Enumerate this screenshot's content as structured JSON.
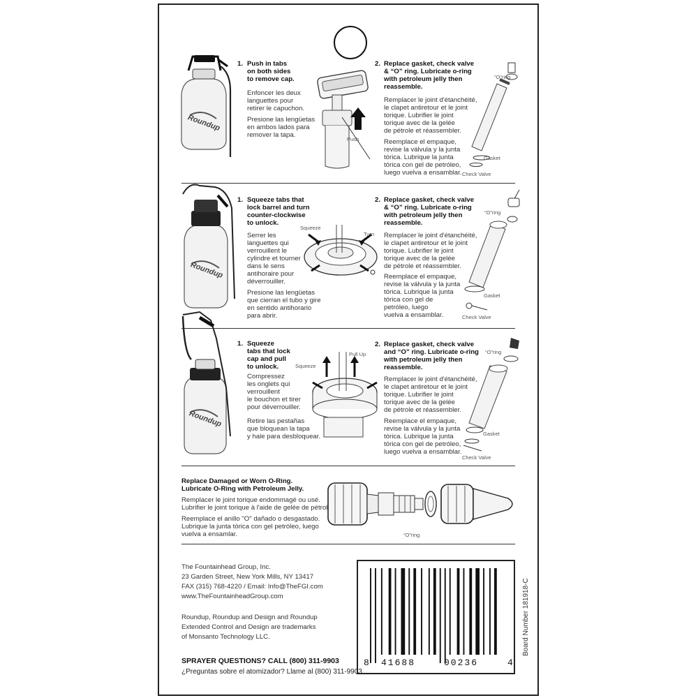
{
  "brand": "Roundup",
  "section1": {
    "step1_num": "1.",
    "step1_bold": [
      "Push in tabs",
      "on both sides",
      "to remove cap."
    ],
    "step1_fr": [
      "Enfoncer les deux",
      "languettes pour",
      "retirer le capuchon."
    ],
    "step1_es": [
      "Presione las lengüetas",
      "en ambos lados para",
      "remover la tapa."
    ],
    "push_label": "Push",
    "step2_num": "2.",
    "step2_bold": [
      "Replace gasket, check valve",
      "& “O” ring. Lubricate o-ring",
      "with petroleum jelly then",
      "reassemble."
    ],
    "step2_fr": [
      "Remplacer le joint d'étanchéité,",
      "le clapet antiretour et le joint",
      "torique. Lubrifier le joint",
      "torique avec de la gelée",
      "de pétrole et réassembler."
    ],
    "step2_es": [
      "Reemplace el empaque,",
      "revise la válvula y la junta",
      "tórica.  Lubrique la junta",
      "tórica con gel de petróleo,",
      "luego vuelva a ensamblar."
    ],
    "oring_label": "“O”ring",
    "gasket_label": "Gasket",
    "check_valve_label": "Check Valve"
  },
  "section2": {
    "step1_num": "1.",
    "step1_bold": [
      "Squeeze tabs that",
      "lock barrel and turn",
      "counter-clockwise",
      "to unlock."
    ],
    "step1_fr": [
      "Serrer les",
      "languettes qui",
      "verrouillent le",
      "cylindre et tourner",
      "dans le sens",
      "antihoraire pour",
      "déverrouiller."
    ],
    "step1_es": [
      "Presione las lengüetas",
      "que cierran el tubo y gire",
      "en sentido antihorario",
      "para abrir."
    ],
    "squeeze_label": "Squeeze",
    "turn_label": "Turn",
    "step2_num": "2.",
    "step2_bold": [
      "Replace gasket, check valve",
      "& “O” ring. Lubricate o-ring",
      "with petroleum jelly then",
      "reassemble."
    ],
    "step2_fr": [
      "Remplacer le joint d'étanchéité,",
      "le clapet antiretour et le joint",
      "torique. Lubrifier le joint",
      "torique avec de la gelée",
      "de pétrole et réassembler."
    ],
    "step2_es": [
      "Reemplace el empaque,",
      "revise la válvula y la junta",
      "tórica.  Lubrique la junta",
      "tórica con gel de",
      "petróleo, luego",
      "vuelva a ensamblar."
    ],
    "oring_label": "“O”ring",
    "gasket_label": "Gasket",
    "check_valve_label": "Check Valve"
  },
  "section3": {
    "step1_num": "1.",
    "step1_bold": [
      "Squeeze",
      "tabs that lock",
      "cap and pull",
      "to unlock."
    ],
    "step1_fr": [
      "Compressez",
      "les onglets qui",
      "verrouillent",
      "le bouchon et tirer",
      "pour déverrouiller."
    ],
    "step1_es": [
      "Retire las pestañas",
      "que bloquean la tapa",
      "y hale para desbloquear."
    ],
    "squeeze_label": "Squeeze",
    "pullup_label": "Pull Up",
    "step2_num": "2.",
    "step2_bold": [
      "Replace gasket, check valve",
      "and “O” ring. Lubricate o-ring",
      "with petroleum jelly then",
      "reassemble."
    ],
    "step2_fr": [
      "Remplacer le joint d'étanchéité,",
      "le clapet antiretour et le joint",
      "torique. Lubrifier le joint",
      "torique avec de la gelée",
      "de pétrole et réassembler."
    ],
    "step2_es": [
      "Reemplace el empaque,",
      "revise la válvula y la junta",
      "tórica.  Lubrique la junta",
      "tórica con gel de petróleo,",
      "luego vuelva a ensamblar."
    ],
    "oring_label": "“O”ring",
    "gasket_label": "Gasket",
    "check_valve_label": "Check Valve"
  },
  "oring_section": {
    "bold": [
      "Replace Damaged or Worn O-Ring.",
      "Lubricate O-Ring with Petroleum Jelly."
    ],
    "fr": [
      "Remplacer le joint torique endommagé ou usé.",
      "Lubrifier le joint torique à l'aide de gelée de pétrole."
    ],
    "es": [
      "Reemplace el anillo \"O\" dañado o desgastado.",
      "Lubrique la junta tórica con gel petróleo, luego",
      "vuelva a ensamlar."
    ],
    "oring_label": "“O”ring"
  },
  "footer": {
    "company": [
      "The Fountainhead Group, Inc.",
      "23 Garden Street, New York Mills, NY 13417",
      "FAX (315) 768-4220 / Email: Info@TheFGI.com",
      "www.TheFountainheadGroup.com"
    ],
    "trademark": [
      "Roundup, Roundup and Design and Roundup",
      "Extended Control and Design are trademarks",
      "of Monsanto Technology LLC."
    ],
    "call_en": "SPRAYER QUESTIONS? CALL (800) 311-9903",
    "call_es": "¿Preguntas sobre el atomizador? Llame al (800) 311-9903"
  },
  "barcode": {
    "digit_left": "8",
    "group1": "41688",
    "group2": "00236",
    "digit_right": "4",
    "board_number": "Board Number 181918-C"
  }
}
